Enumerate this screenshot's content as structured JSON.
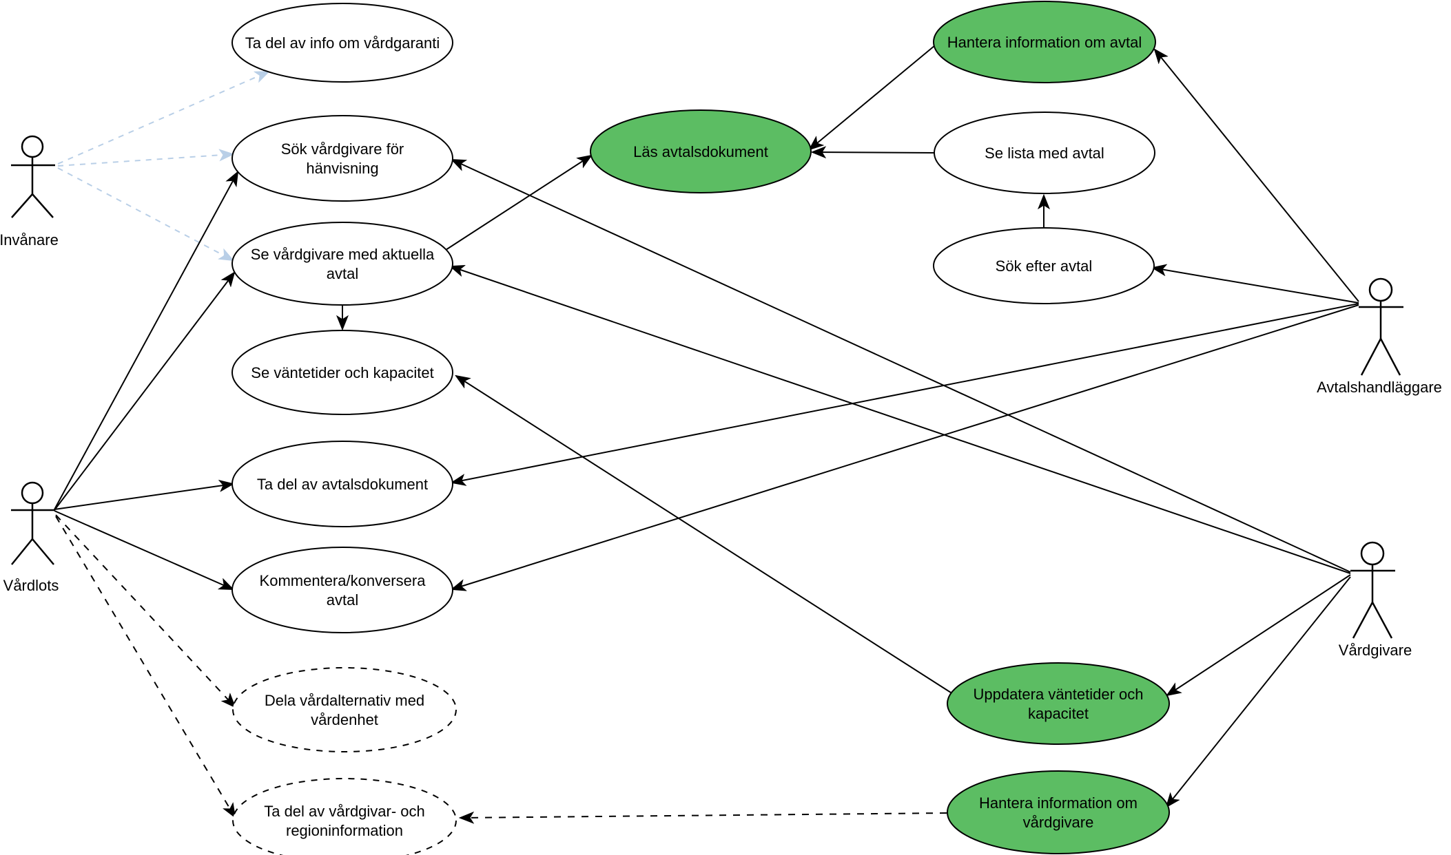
{
  "diagram": {
    "type": "uml-use-case-diagram",
    "colors": {
      "use_case_green": "#5cbd63",
      "use_case_white": "#ffffff",
      "actor_faded_blue": "#b9cfe7",
      "stroke_black": "#000000",
      "background": "#ffffff"
    },
    "actors": [
      {
        "id": "invanare",
        "label": "Invånare",
        "style": "faded-blue-dashed"
      },
      {
        "id": "vardlots",
        "label": "Vårdlots",
        "style": "black"
      },
      {
        "id": "avtalshandlaggare",
        "label": "Avtalshandläggare",
        "style": "black"
      },
      {
        "id": "vardgivare",
        "label": "Vårdgivare",
        "style": "black"
      }
    ],
    "use_cases": [
      {
        "id": "ta-del-info-vardgaranti",
        "line1": "Ta del av info om vårdgaranti",
        "line2": "",
        "fill": "white",
        "border": "solid"
      },
      {
        "id": "sok-vardgivare-hanvisning",
        "line1": "Sök vårdgivare för",
        "line2": "hänvisning",
        "fill": "white",
        "border": "solid"
      },
      {
        "id": "se-vardgivare-aktuella-avtal",
        "line1": "Se vårdgivare med aktuella",
        "line2": "avtal",
        "fill": "white",
        "border": "solid"
      },
      {
        "id": "se-vantetider-kapacitet",
        "line1": "Se väntetider och kapacitet",
        "line2": "",
        "fill": "white",
        "border": "solid"
      },
      {
        "id": "ta-del-avtalsdokument",
        "line1": "Ta del av avtalsdokument",
        "line2": "",
        "fill": "white",
        "border": "solid"
      },
      {
        "id": "kommentera-konversera-avtal",
        "line1": "Kommentera/konversera",
        "line2": "avtal",
        "fill": "white",
        "border": "solid"
      },
      {
        "id": "dela-vardalternativ-vardenhet",
        "line1": "Dela vårdalternativ med",
        "line2": "vårdenhet",
        "fill": "white",
        "border": "dashed"
      },
      {
        "id": "ta-del-vardgivar-regioninformation",
        "line1": "Ta del av vårdgivar- och",
        "line2": "regioninformation",
        "fill": "white",
        "border": "dashed"
      },
      {
        "id": "las-avtalsdokument",
        "line1": "Läs avtalsdokument",
        "line2": "",
        "fill": "green",
        "border": "solid"
      },
      {
        "id": "hantera-information-avtal",
        "line1": "Hantera information om avtal",
        "line2": "",
        "fill": "green",
        "border": "solid"
      },
      {
        "id": "se-lista-med-avtal",
        "line1": "Se lista med avtal",
        "line2": "",
        "fill": "white",
        "border": "solid"
      },
      {
        "id": "sok-efter-avtal",
        "line1": "Sök efter avtal",
        "line2": "",
        "fill": "white",
        "border": "solid"
      },
      {
        "id": "uppdatera-vantetider-kapacitet",
        "line1": "Uppdatera väntetider och",
        "line2": "kapacitet",
        "fill": "green",
        "border": "solid"
      },
      {
        "id": "hantera-information-vardgivare",
        "line1": "Hantera information om",
        "line2": "vårdgivare",
        "fill": "green",
        "border": "solid"
      }
    ],
    "edges": [
      {
        "from": "Invånare",
        "to": "Ta del av info om vårdgaranti",
        "style": "dashed",
        "color": "faded-blue"
      },
      {
        "from": "Invånare",
        "to": "Sök vårdgivare för hänvisning",
        "style": "dashed",
        "color": "faded-blue"
      },
      {
        "from": "Invånare",
        "to": "Se vårdgivare med aktuella avtal",
        "style": "dashed",
        "color": "faded-blue"
      },
      {
        "from": "Vårdlots",
        "to": "Sök vårdgivare för hänvisning",
        "style": "solid",
        "color": "black"
      },
      {
        "from": "Vårdlots",
        "to": "Se vårdgivare med aktuella avtal",
        "style": "solid",
        "color": "black"
      },
      {
        "from": "Vårdlots",
        "to": "Ta del av avtalsdokument",
        "style": "solid",
        "color": "black"
      },
      {
        "from": "Vårdlots",
        "to": "Kommentera/konversera avtal",
        "style": "solid",
        "color": "black"
      },
      {
        "from": "Vårdlots",
        "to": "Dela vårdalternativ med vårdenhet",
        "style": "dashed",
        "color": "black"
      },
      {
        "from": "Vårdlots",
        "to": "Ta del av vårdgivar- och regioninformation",
        "style": "dashed",
        "color": "black"
      },
      {
        "from": "Avtalshandläggare",
        "to": "Hantera information om avtal",
        "style": "solid",
        "color": "black"
      },
      {
        "from": "Avtalshandläggare",
        "to": "Sök efter avtal",
        "style": "solid",
        "color": "black"
      },
      {
        "from": "Avtalshandläggare",
        "to": "Ta del av avtalsdokument",
        "style": "solid",
        "color": "black"
      },
      {
        "from": "Avtalshandläggare",
        "to": "Kommentera/konversera avtal",
        "style": "solid",
        "color": "black"
      },
      {
        "from": "Vårdgivare",
        "to": "Sök vårdgivare för hänvisning",
        "style": "solid",
        "color": "black"
      },
      {
        "from": "Vårdgivare",
        "to": "Se vårdgivare med aktuella avtal",
        "style": "solid",
        "color": "black"
      },
      {
        "from": "Vårdgivare",
        "to": "Uppdatera väntetider och kapacitet",
        "style": "solid",
        "color": "black"
      },
      {
        "from": "Vårdgivare",
        "to": "Hantera information om vårdgivare",
        "style": "solid",
        "color": "black"
      },
      {
        "from": "Hantera information om avtal",
        "to": "Läs avtalsdokument",
        "style": "solid",
        "color": "black"
      },
      {
        "from": "Se lista med avtal",
        "to": "Läs avtalsdokument",
        "style": "solid",
        "color": "black"
      },
      {
        "from": "Sök efter avtal",
        "to": "Se lista med avtal",
        "style": "solid",
        "color": "black"
      },
      {
        "from": "Se vårdgivare med aktuella avtal",
        "to": "Se väntetider och kapacitet",
        "style": "solid",
        "color": "black"
      },
      {
        "from": "Se vårdgivare med aktuella avtal",
        "to": "Läs avtalsdokument",
        "style": "solid",
        "color": "black"
      },
      {
        "from": "Uppdatera väntetider och kapacitet",
        "to": "Se väntetider och kapacitet",
        "style": "solid",
        "color": "black"
      },
      {
        "from": "Hantera information om vårdgivare",
        "to": "Ta del av vårdgivar- och regioninformation",
        "style": "dashed",
        "color": "black"
      }
    ]
  }
}
